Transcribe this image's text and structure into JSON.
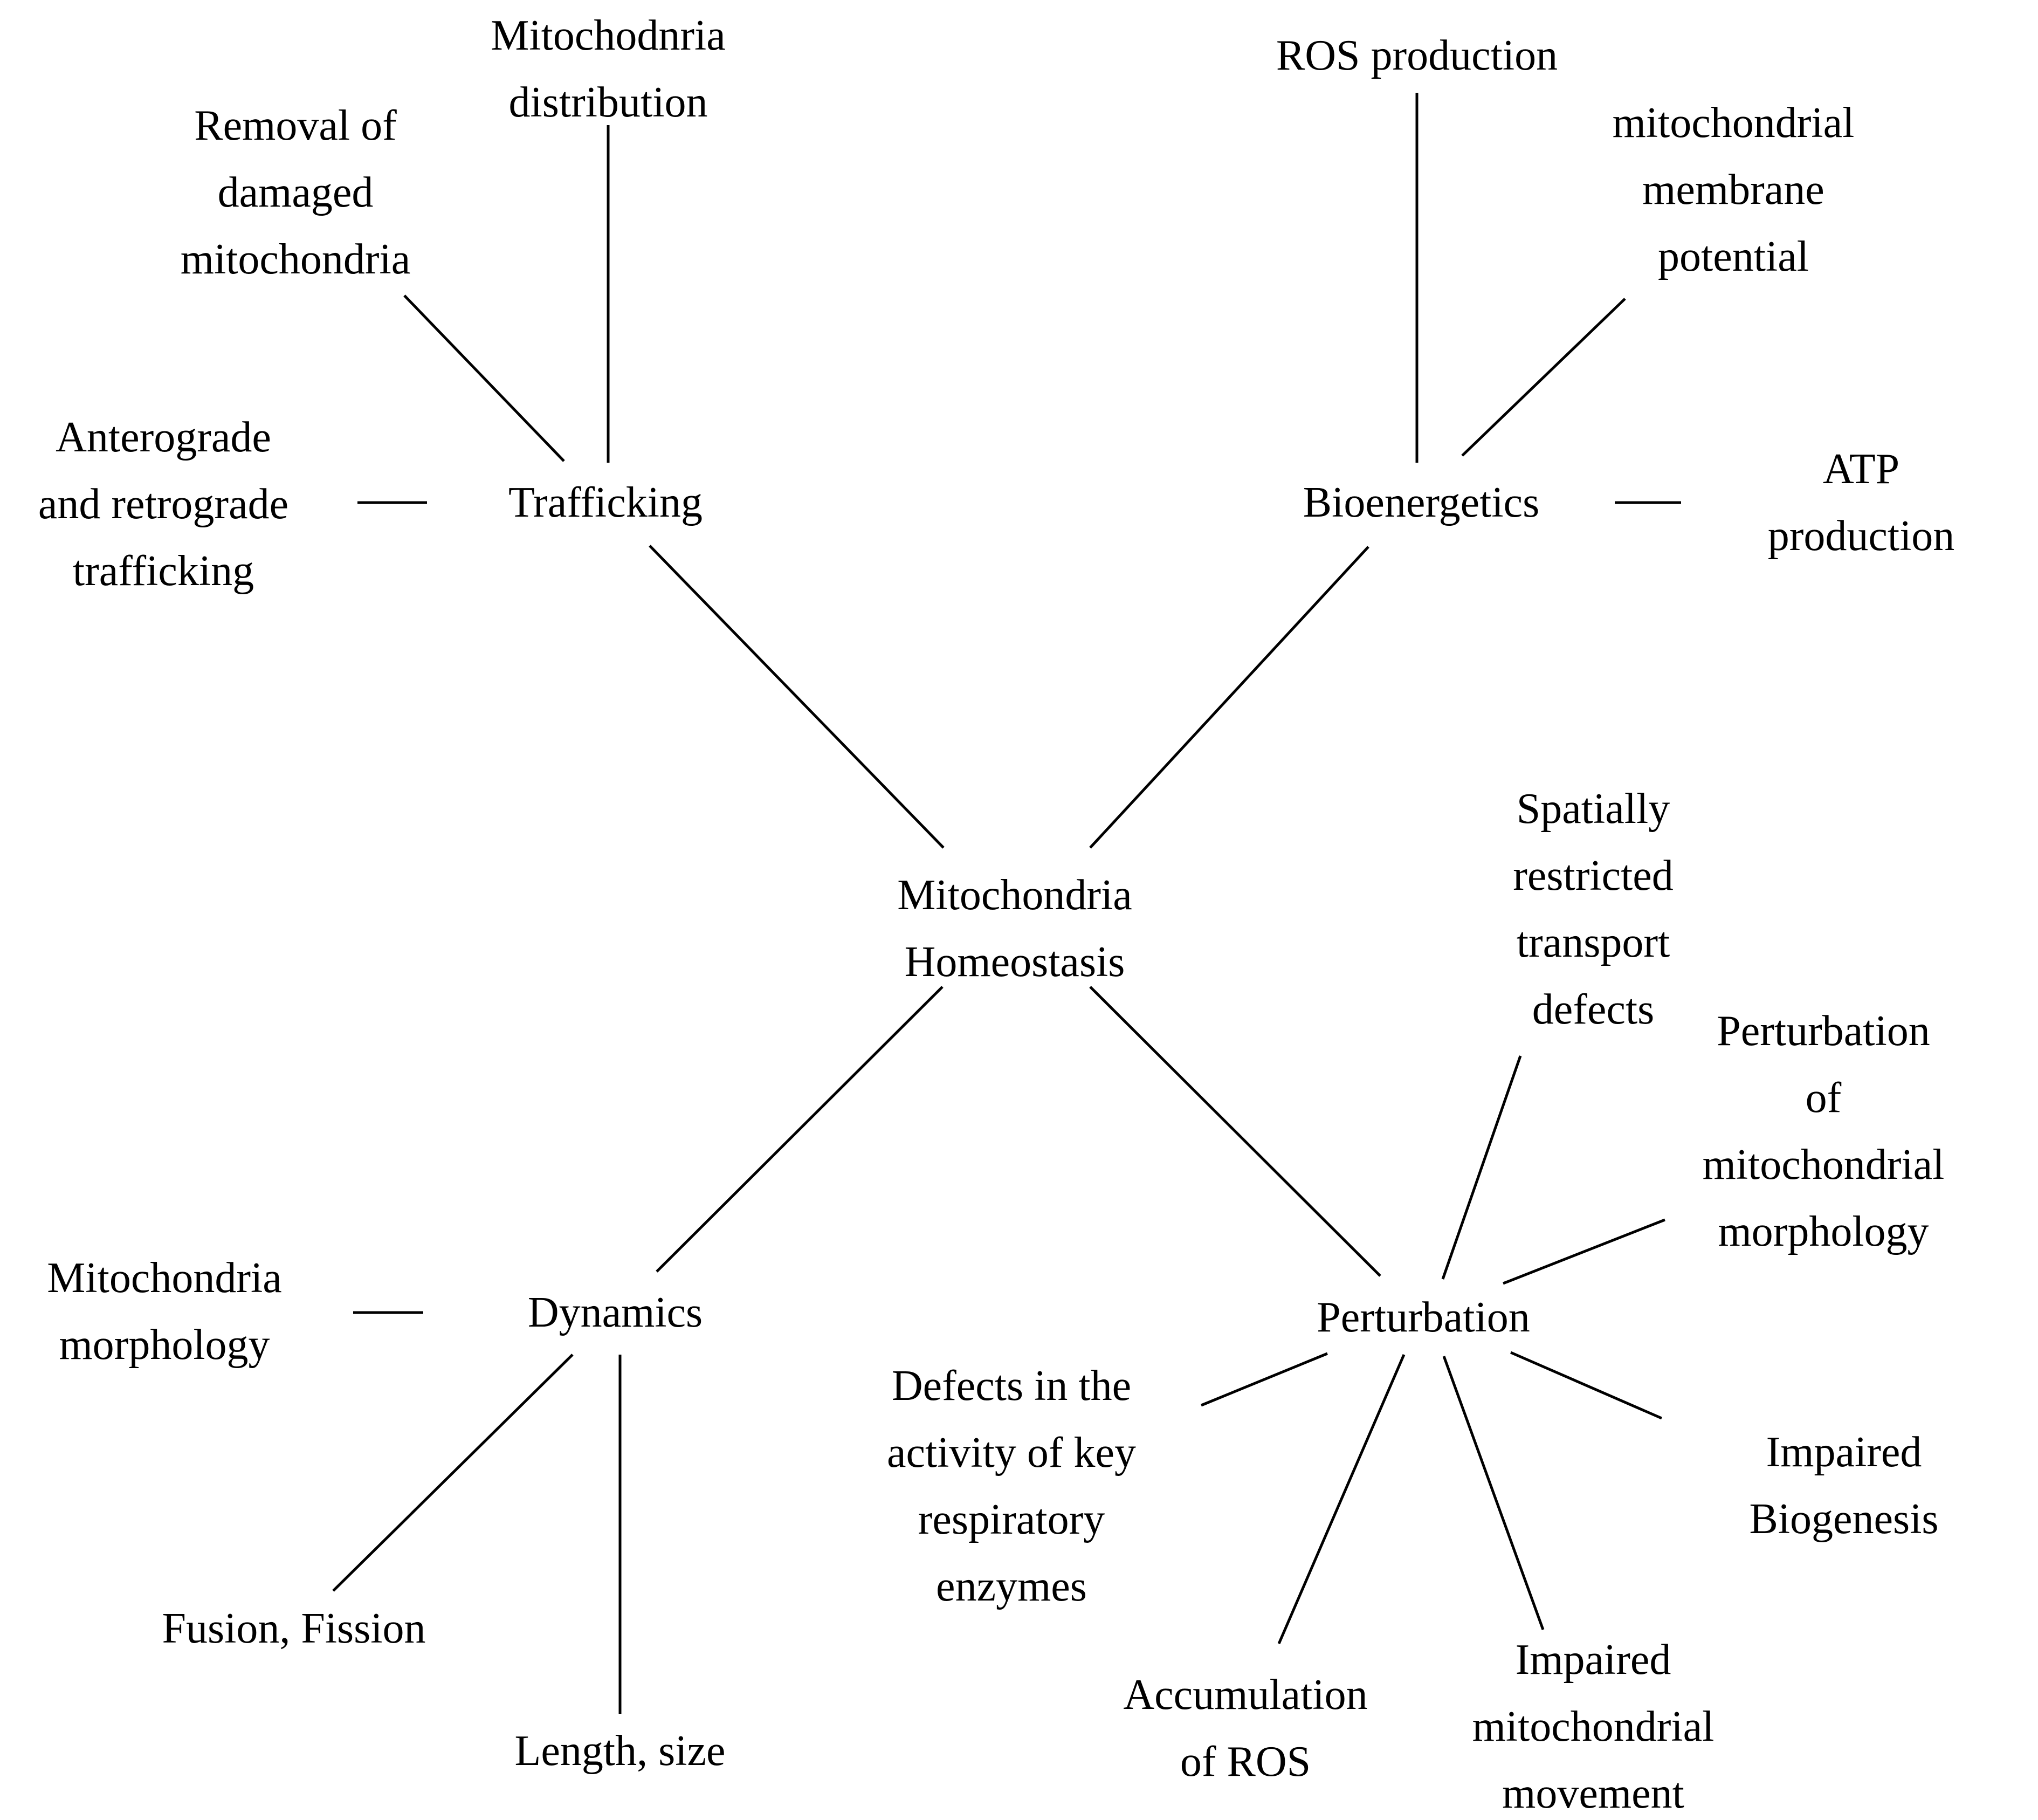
{
  "diagram": {
    "type": "concept-map",
    "topic": "Mitochondria Homeostasis",
    "background_color": "#ffffff",
    "line_color": "#000000",
    "text_color": "#000000"
  },
  "nodes": [
    {
      "id": "mitochodnria-distribution",
      "label": "Mitochodnria\ndistribution",
      "role": "leaf-of-trafficking"
    },
    {
      "id": "removal-of-damaged-mitochondria",
      "label": "Removal of\ndamaged\nmitochondria",
      "role": "leaf-of-trafficking"
    },
    {
      "id": "anterograde-retrograde-trafficking",
      "label": "Anterograde\nand retrograde\ntrafficking",
      "role": "leaf-of-trafficking"
    },
    {
      "id": "trafficking",
      "label": "Trafficking",
      "role": "branch"
    },
    {
      "id": "ros-production",
      "label": "ROS production",
      "role": "leaf-of-bioenergetics"
    },
    {
      "id": "mitochondrial-membrane-potential",
      "label": "mitochondrial\nmembrane\npotential",
      "role": "leaf-of-bioenergetics"
    },
    {
      "id": "bioenergetics",
      "label": "Bioenergetics",
      "role": "branch"
    },
    {
      "id": "atp-production",
      "label": "ATP production",
      "role": "leaf-of-bioenergetics"
    },
    {
      "id": "mitochondria-homeostasis",
      "label": "Mitochondria\nHomeostasis",
      "role": "center"
    },
    {
      "id": "spatially-restricted-transport-defects",
      "label": "Spatially\nrestricted\ntransport\ndefects",
      "role": "leaf-of-perturbation"
    },
    {
      "id": "perturbation-of-mitochondrial-morphology",
      "label": "Perturbation of\nmitochondrial\nmorphology",
      "role": "leaf-of-perturbation"
    },
    {
      "id": "mitochondria-morphology",
      "label": "Mitochondria\nmorphology",
      "role": "leaf-of-dynamics"
    },
    {
      "id": "dynamics",
      "label": "Dynamics",
      "role": "branch"
    },
    {
      "id": "perturbation",
      "label": "Perturbation",
      "role": "branch"
    },
    {
      "id": "defects-activity-key-respiratory-enzymes",
      "label": "Defects in the\nactivity of key\nrespiratory\nenzymes",
      "role": "leaf-of-perturbation"
    },
    {
      "id": "impaired-biogenesis",
      "label": "Impaired\nBiogenesis",
      "role": "leaf-of-perturbation"
    },
    {
      "id": "fusion-fission",
      "label": "Fusion, Fission",
      "role": "leaf-of-dynamics"
    },
    {
      "id": "length-size",
      "label": "Length, size",
      "role": "leaf-of-dynamics"
    },
    {
      "id": "accumulation-of-ros",
      "label": "Accumulation\nof ROS",
      "role": "leaf-of-perturbation"
    },
    {
      "id": "impaired-mitochondrial-movement",
      "label": "Impaired\nmitochondrial\nmovement",
      "role": "leaf-of-perturbation"
    }
  ],
  "edges": [
    {
      "from": "mitochodnria-distribution",
      "to": "trafficking"
    },
    {
      "from": "removal-of-damaged-mitochondria",
      "to": "trafficking"
    },
    {
      "from": "anterograde-retrograde-trafficking",
      "to": "trafficking"
    },
    {
      "from": "trafficking",
      "to": "mitochondria-homeostasis"
    },
    {
      "from": "ros-production",
      "to": "bioenergetics"
    },
    {
      "from": "mitochondrial-membrane-potential",
      "to": "bioenergetics"
    },
    {
      "from": "bioenergetics",
      "to": "atp-production"
    },
    {
      "from": "bioenergetics",
      "to": "mitochondria-homeostasis"
    },
    {
      "from": "mitochondria-homeostasis",
      "to": "dynamics"
    },
    {
      "from": "mitochondria-homeostasis",
      "to": "perturbation"
    },
    {
      "from": "mitochondria-morphology",
      "to": "dynamics"
    },
    {
      "from": "dynamics",
      "to": "fusion-fission"
    },
    {
      "from": "dynamics",
      "to": "length-size"
    },
    {
      "from": "spatially-restricted-transport-defects",
      "to": "perturbation"
    },
    {
      "from": "perturbation-of-mitochondrial-morphology",
      "to": "perturbation"
    },
    {
      "from": "impaired-biogenesis",
      "to": "perturbation"
    },
    {
      "from": "impaired-mitochondrial-movement",
      "to": "perturbation"
    },
    {
      "from": "accumulation-of-ros",
      "to": "perturbation"
    },
    {
      "from": "defects-activity-key-respiratory-enzymes",
      "to": "perturbation"
    }
  ]
}
